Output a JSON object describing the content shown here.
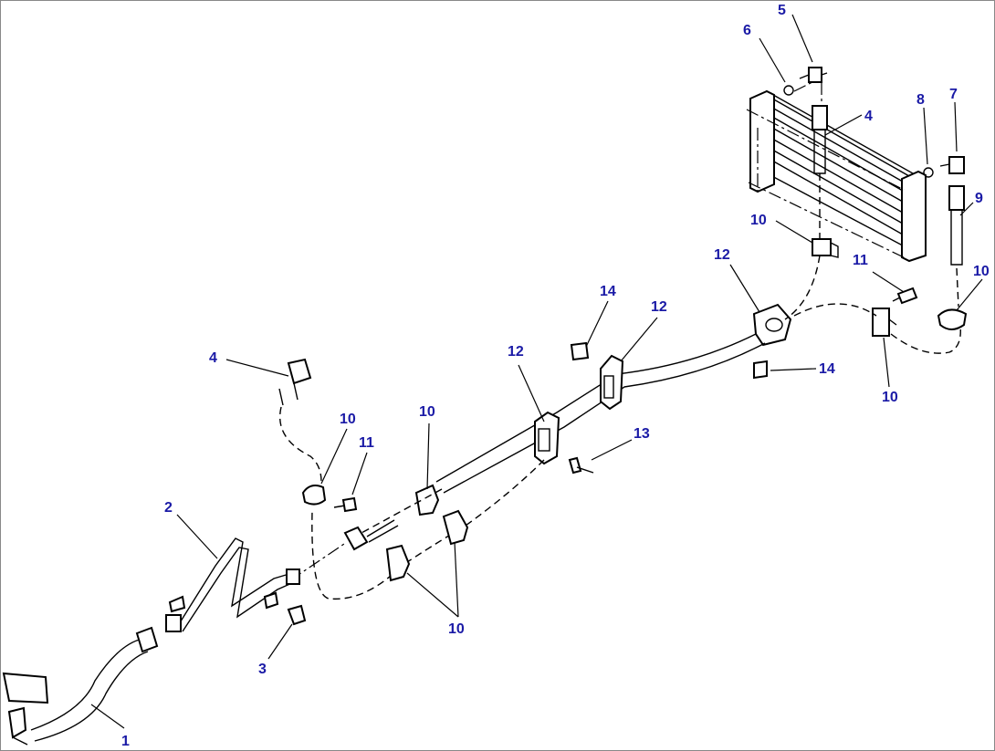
{
  "callouts": {
    "c1": "1",
    "c2": "2",
    "c3": "3",
    "c4a": "4",
    "c4b": "4",
    "c5": "5",
    "c6": "6",
    "c7": "7",
    "c8": "8",
    "c9": "9",
    "c10a": "10",
    "c10b": "10",
    "c10c": "10",
    "c10d": "10",
    "c10e": "10",
    "c10f": "10",
    "c11a": "11",
    "c11b": "11",
    "c12a": "12",
    "c12b": "12",
    "c12c": "12",
    "c13": "13",
    "c14a": "14",
    "c14b": "14"
  },
  "colors": {
    "callout": "#1a1aa6",
    "line": "#000000",
    "background": "#ffffff"
  }
}
